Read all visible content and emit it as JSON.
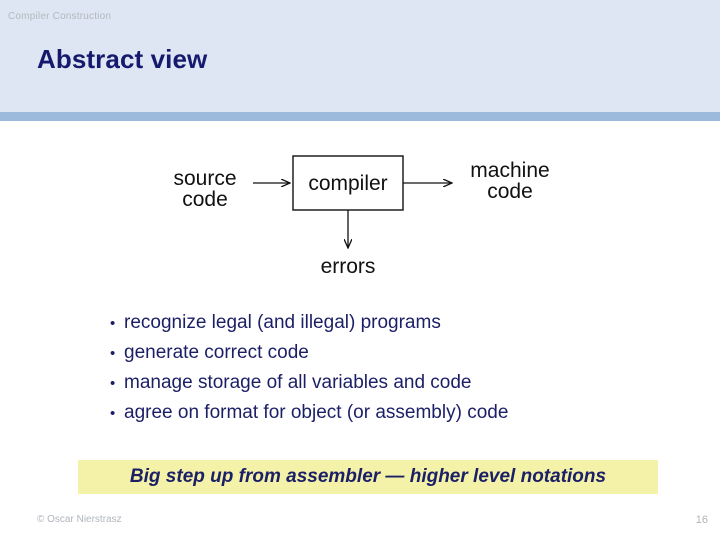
{
  "header": {
    "course_label": "Compiler Construction",
    "title": "Abstract view",
    "band_color": "#dde6f2",
    "rule_color": "#9cbadc",
    "title_color": "#151a6e"
  },
  "diagram": {
    "name": "compiler-abstract-view",
    "input_label_line1": "source",
    "input_label_line2": "code",
    "process_label": "compiler",
    "output_label_line1": "machine",
    "output_label_line2": "code",
    "error_label": "errors",
    "stroke_color": "#111111"
  },
  "bullets": {
    "marker": "•",
    "items": [
      "recognize legal (and illegal) programs",
      "generate correct code",
      "manage storage of all variables and code",
      "agree on format for object (or assembly) code"
    ],
    "text_color": "#1b1f66"
  },
  "highlight": {
    "text": "Big step up from assembler — higher level notations",
    "background_color": "#f4f1a8",
    "text_color": "#1b1f66"
  },
  "footer": {
    "credit": "© Oscar Nierstrasz",
    "page_number": "16",
    "text_color": "#b0b5bc"
  }
}
